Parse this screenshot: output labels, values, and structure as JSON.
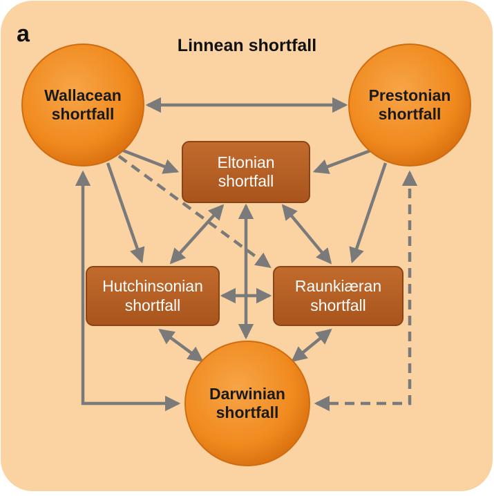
{
  "panel_label": "a",
  "title": "Linnean shortfall",
  "nodes": {
    "wallacean": {
      "line1": "Wallacean",
      "line2": "shortfall"
    },
    "prestonian": {
      "line1": "Prestonian",
      "line2": "shortfall"
    },
    "eltonian": {
      "line1": "Eltonian",
      "line2": "shortfall"
    },
    "hutchinsonian": {
      "line1": "Hutchinsonian",
      "line2": "shortfall"
    },
    "raunkiaeran": {
      "line1": "Raunkiæran",
      "line2": "shortfall"
    },
    "darwinian": {
      "line1": "Darwinian",
      "line2": "shortfall"
    }
  },
  "colors": {
    "background": "#fbd3a3",
    "circle_fill": "#f08a1e",
    "circle_edge": "#c8650c",
    "box_fill": "#b75f25",
    "box_edge": "#8a4416",
    "arrow": "#7a7a7a"
  },
  "edges": [
    {
      "from": "wallacean",
      "to": "prestonian",
      "style": "solid",
      "direction": "both"
    },
    {
      "from": "wallacean",
      "to": "eltonian",
      "style": "solid",
      "direction": "forward"
    },
    {
      "from": "wallacean",
      "to": "hutchinsonian",
      "style": "solid",
      "direction": "forward"
    },
    {
      "from": "wallacean",
      "to": "raunkiaeran",
      "style": "dashed",
      "direction": "forward"
    },
    {
      "from": "wallacean",
      "to": "darwinian",
      "style": "solid",
      "direction": "both"
    },
    {
      "from": "prestonian",
      "to": "eltonian",
      "style": "solid",
      "direction": "forward"
    },
    {
      "from": "prestonian",
      "to": "raunkiaeran",
      "style": "solid",
      "direction": "forward"
    },
    {
      "from": "prestonian",
      "to": "darwinian",
      "style": "dashed",
      "direction": "both"
    },
    {
      "from": "eltonian",
      "to": "hutchinsonian",
      "style": "solid",
      "direction": "both"
    },
    {
      "from": "eltonian",
      "to": "raunkiaeran",
      "style": "solid",
      "direction": "both"
    },
    {
      "from": "eltonian",
      "to": "darwinian",
      "style": "solid",
      "direction": "both"
    },
    {
      "from": "hutchinsonian",
      "to": "raunkiaeran",
      "style": "solid",
      "direction": "both"
    },
    {
      "from": "hutchinsonian",
      "to": "darwinian",
      "style": "solid",
      "direction": "both"
    },
    {
      "from": "raunkiaeran",
      "to": "darwinian",
      "style": "solid",
      "direction": "both"
    }
  ]
}
